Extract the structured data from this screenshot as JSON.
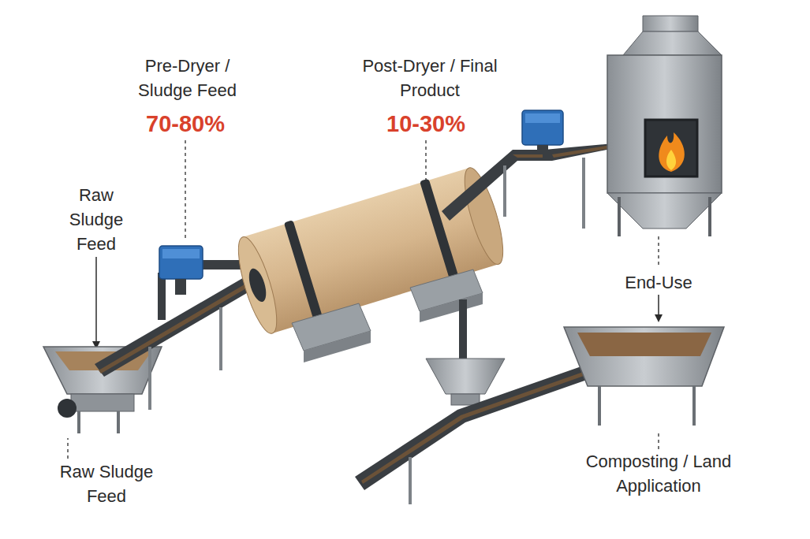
{
  "diagram": {
    "labels": [
      "Pre-Dryer / Sludge Feed",
      "70-80%",
      "Post-Dryer / Final Product",
      "10-30%",
      "Raw Sludge Feed",
      "End-Use",
      "Raw Sludge Feed",
      "Composting / Land Application"
    ]
  }
}
